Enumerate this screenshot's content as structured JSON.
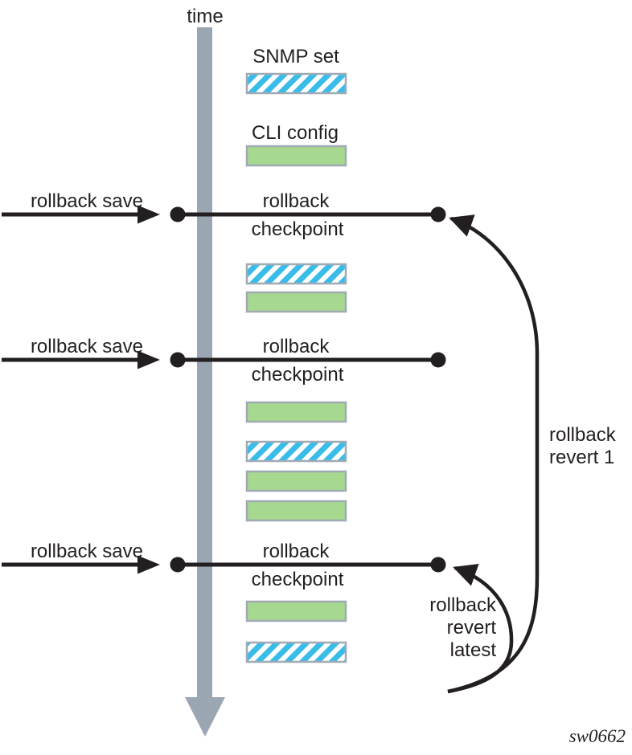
{
  "diagram": {
    "timeline_label": "time",
    "legend": [
      {
        "id": "snmp",
        "label": "SNMP set",
        "swatch": "blue-hatched-box"
      },
      {
        "id": "cli",
        "label": "CLI config",
        "swatch": "green-solid-box"
      }
    ],
    "checkpoints": [
      {
        "save_label": "rollback save",
        "label_top": "rollback",
        "label_bottom": "checkpoint",
        "events_after": [
          "snmp",
          "cli"
        ]
      },
      {
        "save_label": "rollback save",
        "label_top": "rollback",
        "label_bottom": "checkpoint",
        "events_after": [
          "cli",
          "snmp",
          "cli",
          "cli"
        ]
      },
      {
        "save_label": "rollback save",
        "label_top": "rollback",
        "label_bottom": "checkpoint",
        "events_after": [
          "cli",
          "snmp"
        ]
      }
    ],
    "revert_arrows": [
      {
        "id": "rollback-revert-1",
        "label_lines": [
          "rollback",
          "revert 1"
        ]
      },
      {
        "id": "rollback-revert-latest",
        "label_lines": [
          "rollback",
          "revert",
          "latest"
        ]
      }
    ],
    "figure_id": "sw0662",
    "colors": {
      "time_axis_gray": "#9AA6B2",
      "snmp_stripe_cyan": "#3ABCE8",
      "cli_green": "#A7D88F",
      "box_border_gray": "#9FAAB5",
      "ink_black": "#231F20"
    }
  }
}
